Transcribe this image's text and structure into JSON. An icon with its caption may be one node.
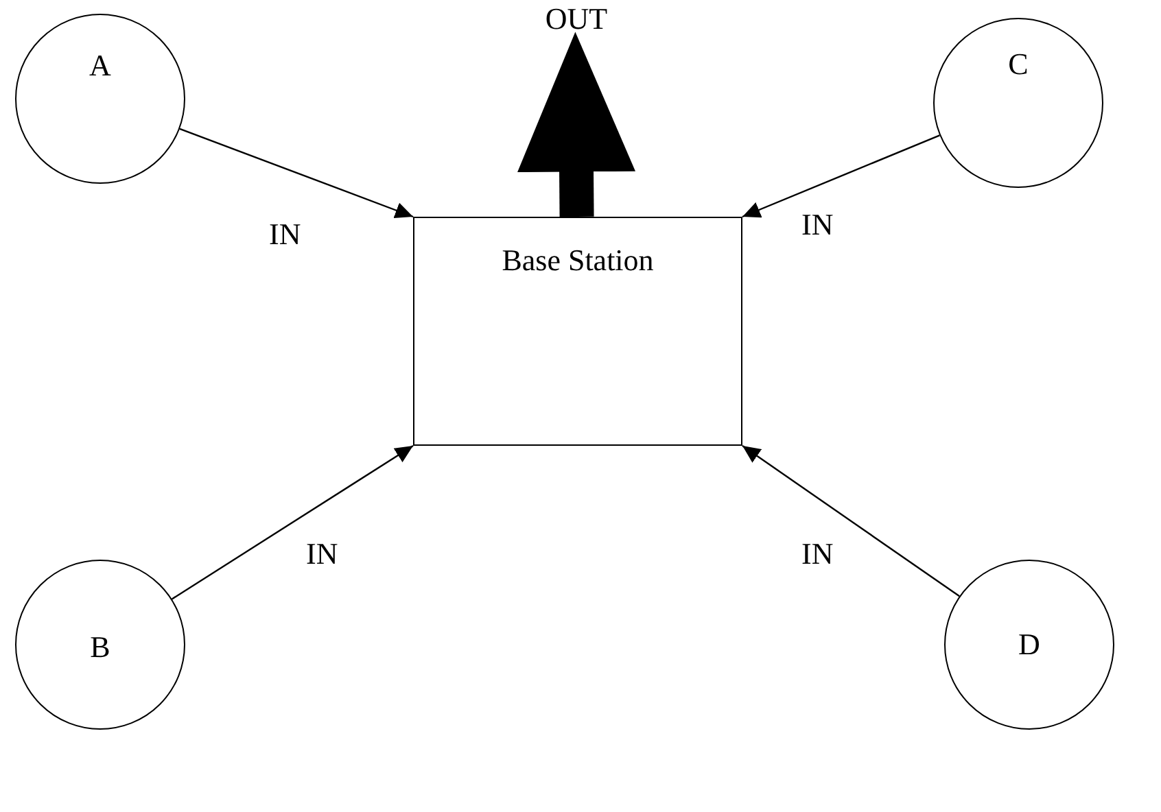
{
  "diagram": {
    "nodes": [
      {
        "text": [
          "A"
        ]
      },
      {
        "text": [
          "OUT"
        ]
      },
      {
        "text": [
          "C"
        ]
      },
      {
        "text": [
          "Base Station"
        ]
      },
      {
        "text": [
          "B"
        ]
      },
      {
        "text": [
          "D"
        ]
      }
    ],
    "edges": [
      {
        "from": 0,
        "to": 3,
        "arrow": "to",
        "label": "IN"
      },
      {
        "from": 2,
        "to": 3,
        "arrow": "to",
        "label": "IN"
      },
      {
        "from": 4,
        "to": 3,
        "arrow": "to",
        "label": "IN"
      },
      {
        "from": 5,
        "to": 3,
        "arrow": "to",
        "label": "IN"
      },
      {
        "from": 3,
        "to": 1,
        "arrow": "to",
        "style": "thick"
      }
    ]
  }
}
